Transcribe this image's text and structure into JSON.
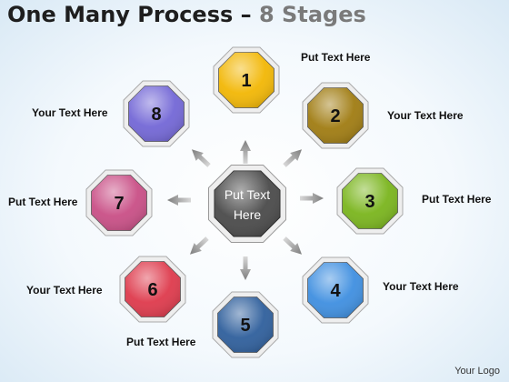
{
  "title": {
    "main": "One Many Process –",
    "sub": "8 Stages"
  },
  "center": {
    "line1": "Put Text",
    "line2": "Here",
    "color": "#4a4a4a"
  },
  "stages": [
    {
      "number": "1",
      "label": "Put Text Here",
      "color": "#f2b705"
    },
    {
      "number": "2",
      "label": "Your Text Here",
      "color": "#a07c12"
    },
    {
      "number": "3",
      "label": "Put Text Here",
      "color": "#7ab51d"
    },
    {
      "number": "4",
      "label": "Your Text Here",
      "color": "#3f8fe0"
    },
    {
      "number": "5",
      "label": "Put Text Here",
      "color": "#2f5f9c"
    },
    {
      "number": "6",
      "label": "Your Text Here",
      "color": "#de3a4c"
    },
    {
      "number": "7",
      "label": "Put Text Here",
      "color": "#c94f86"
    },
    {
      "number": "8",
      "label": "Your Text Here",
      "color": "#7367d6"
    }
  ],
  "logo": "Your Logo"
}
